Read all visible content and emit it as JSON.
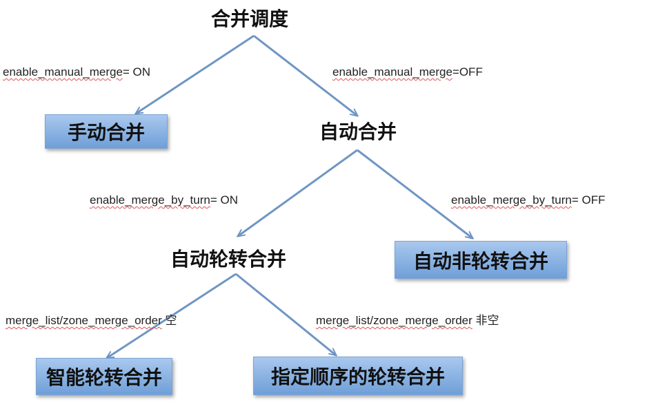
{
  "nodes": {
    "root": "合并调度",
    "manual": "手动合并",
    "auto": "自动合并",
    "auto_rotate": "自动轮转合并",
    "auto_non_rotate": "自动非轮转合并",
    "smart_rotate": "智能轮转合并",
    "ordered_rotate": "指定顺序的轮转合并"
  },
  "edges": {
    "manual_on_key": "enable_manual_merge",
    "manual_on_val": "= ON",
    "manual_off_key": "enable_manual_merge",
    "manual_off_val": "=OFF",
    "turn_on_key": "enable_merge_by_turn",
    "turn_on_val": "= ON",
    "turn_off_key": "enable_merge_by_turn",
    "turn_off_val": "= OFF",
    "empty_key": "merge_list/zone_merge_order",
    "empty_val": " 空",
    "nonempty_key": "merge_list/zone_merge_order",
    "nonempty_val": " 非空"
  },
  "colors": {
    "arrow": "#6f95c4",
    "box_top": "#a9c8ee",
    "box_bottom": "#6f9fd8"
  }
}
